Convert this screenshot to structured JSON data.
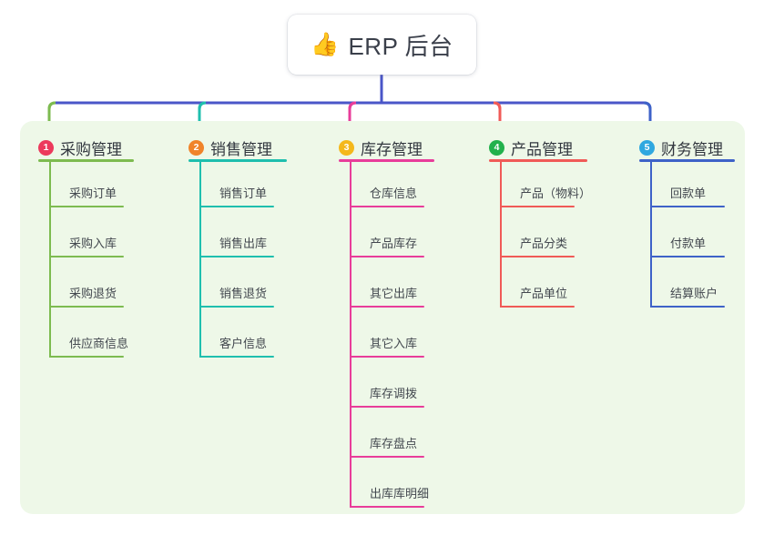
{
  "root": {
    "icon": "thumbs-up-emoji",
    "emoji": "👍",
    "title": "ERP 后台"
  },
  "theme": {
    "page_background": "#ffffff",
    "panel_background": "#eef8e8",
    "root_bus_color": "#4a56c8",
    "text_color": "#3c3c3c"
  },
  "branches": [
    {
      "number": "1",
      "title": "采购管理",
      "badge_color": "#ec3a5c",
      "line_color": "#7dbb50",
      "items": [
        "采购订单",
        "采购入库",
        "采购退货",
        "供应商信息"
      ]
    },
    {
      "number": "2",
      "title": "销售管理",
      "badge_color": "#f0842a",
      "line_color": "#1fbfae",
      "items": [
        "销售订单",
        "销售出库",
        "销售退货",
        "客户信息"
      ]
    },
    {
      "number": "3",
      "title": "库存管理",
      "badge_color": "#f4b81b",
      "line_color": "#e83d9a",
      "items": [
        "仓库信息",
        "产品库存",
        "其它出库",
        "其它入库",
        "库存调拨",
        "库存盘点",
        "出库库明细"
      ]
    },
    {
      "number": "4",
      "title": "产品管理",
      "badge_color": "#22b14c",
      "line_color": "#f05a57",
      "items": [
        "产品（物料）",
        "产品分类",
        "产品单位"
      ]
    },
    {
      "number": "5",
      "title": "财务管理",
      "badge_color": "#2fa8e0",
      "line_color": "#3e62c8",
      "items": [
        "回款单",
        "付款单",
        "结算账户"
      ]
    }
  ]
}
